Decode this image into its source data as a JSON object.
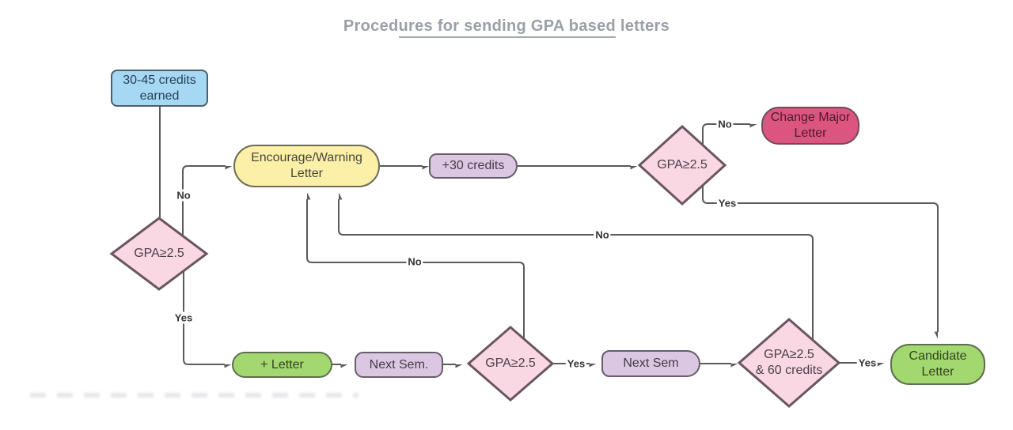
{
  "title": {
    "prefix": "Proced",
    "underlined": "ures for sending GPA based",
    "suffix": " letters"
  },
  "nodes": {
    "start": "30-45 credits\nearned",
    "decision1": "GPA≥2.5",
    "encourage": "Encourage/Warning\nLetter",
    "plus30": "+30 credits",
    "decision2": "GPA≥2.5",
    "change_major": "Change Major\nLetter",
    "plus_letter": "+ Letter",
    "next_sem1": "Next Sem.",
    "decision3": "GPA≥2.5",
    "next_sem2": "Next Sem",
    "decision4": "GPA≥2.5\n& 60 credits",
    "candidate": "Candidate\nLetter"
  },
  "edge_labels": {
    "no1": "No",
    "yes1": "Yes",
    "no2": "No",
    "yes2": "Yes",
    "no3": "No",
    "no4": "No",
    "yes3": "Yes",
    "yes4": "Yes"
  },
  "colors": {
    "title_gray": "#9aa0a8",
    "edge_gray": "#5b5b5b",
    "start_blue": "#a6d8f3",
    "decision_pink": "#f9d8e3",
    "encourage_yellow": "#fcf0a8",
    "step_lavender": "#dbc7e1",
    "change_major_magenta": "#dc5580",
    "letter_green": "#a3d871"
  }
}
